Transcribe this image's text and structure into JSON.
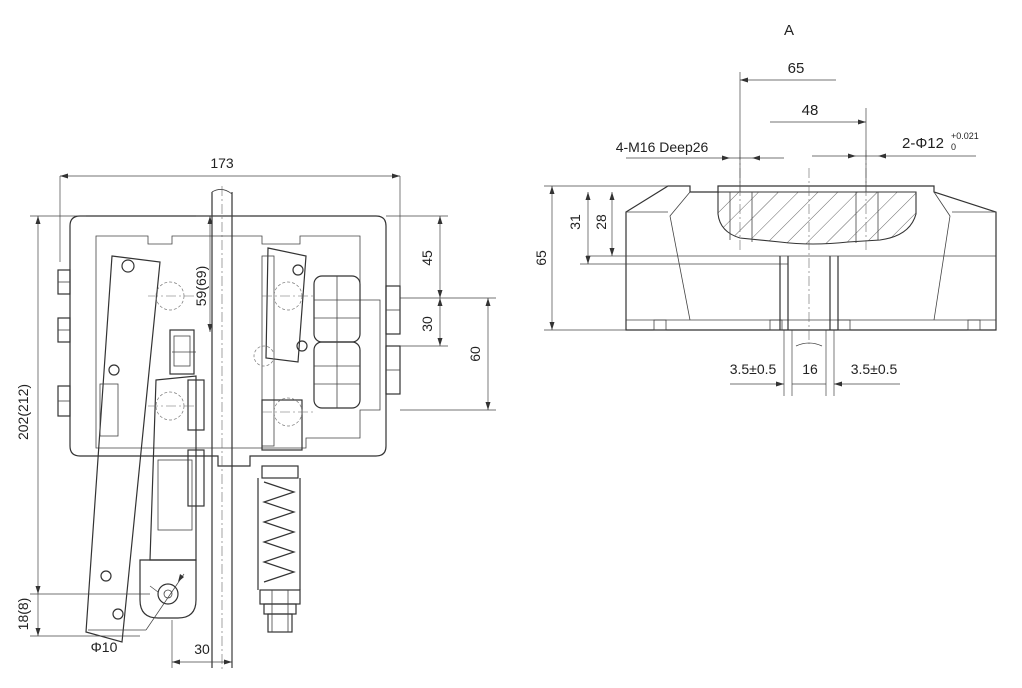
{
  "view_label": "A",
  "left_view": {
    "width": "173",
    "height_total": "202(212)",
    "top_offset": "59(69)",
    "right_a": "45",
    "right_b": "30",
    "right_c": "60",
    "bottom_offset": "18(8)",
    "pin_diameter": "Φ10",
    "rail_width": "30"
  },
  "right_view": {
    "dim_65_top": "65",
    "dim_48": "48",
    "thread_note": "4-M16 Deep26",
    "hole_prefix": "2-Φ12",
    "hole_tol_upper": "+0.021",
    "hole_tol_lower": "0",
    "height_65": "65",
    "dim_31": "31",
    "dim_28": "28",
    "gap_left": "3.5±0.5",
    "slot_width": "16",
    "gap_right": "3.5±0.5"
  }
}
